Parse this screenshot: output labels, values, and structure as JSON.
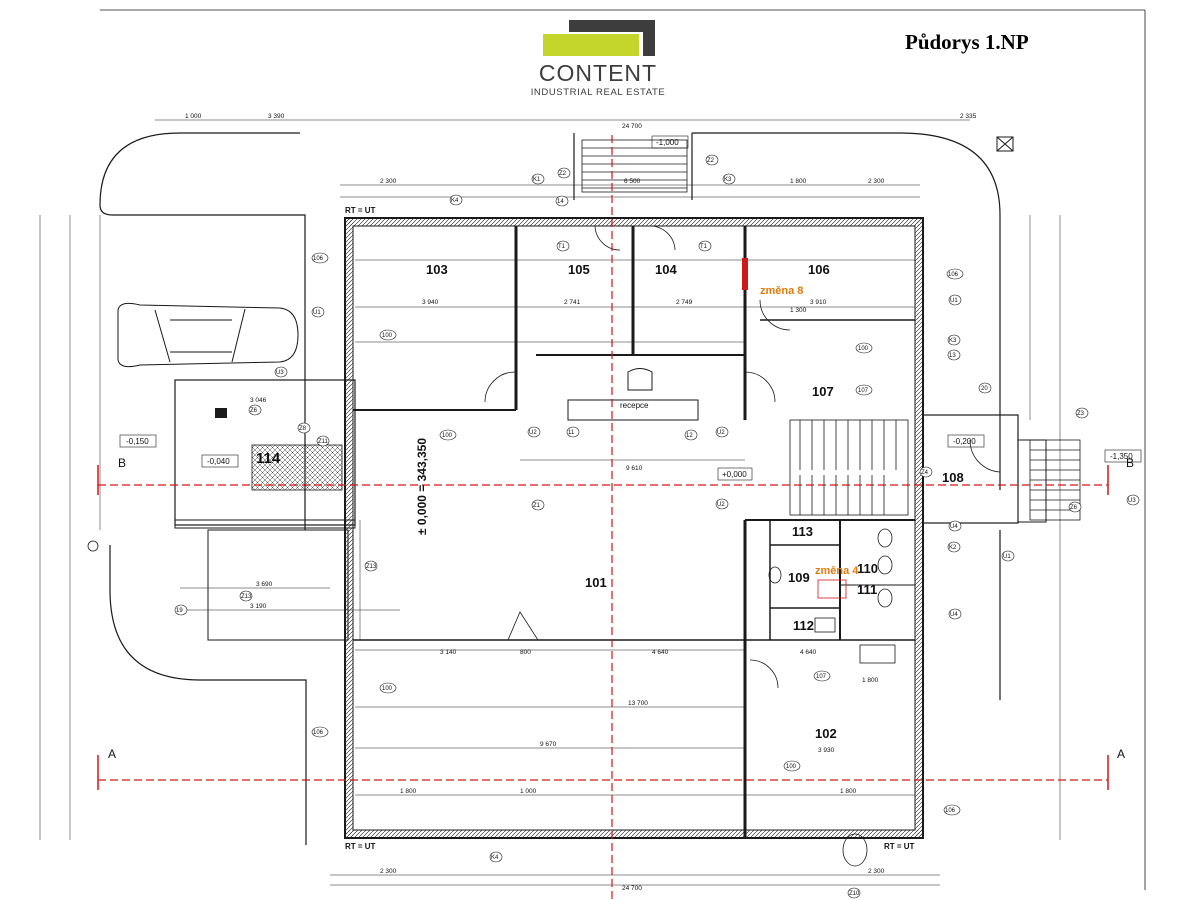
{
  "header": {
    "logo_word": "CONTENT",
    "logo_sub": "INDUSTRIAL REAL ESTATE",
    "title": "Půdorys 1.NP"
  },
  "colors": {
    "logo_green": "#c4d52b",
    "logo_gray": "#3d3d3d",
    "section_line": "#d01818",
    "change_note": "#e07b10",
    "lines": "#1a1a1a"
  },
  "rooms": [
    {
      "id": "103",
      "label": "103"
    },
    {
      "id": "105",
      "label": "105"
    },
    {
      "id": "104",
      "label": "104"
    },
    {
      "id": "106",
      "label": "106"
    },
    {
      "id": "107",
      "label": "107"
    },
    {
      "id": "108",
      "label": "108"
    },
    {
      "id": "101",
      "label": "101"
    },
    {
      "id": "102",
      "label": "102"
    },
    {
      "id": "109",
      "label": "109"
    },
    {
      "id": "110",
      "label": "110"
    },
    {
      "id": "111",
      "label": "111"
    },
    {
      "id": "112",
      "label": "112"
    },
    {
      "id": "113",
      "label": "113"
    },
    {
      "id": "114",
      "label": "114"
    }
  ],
  "annotations": {
    "change8": "změna 8",
    "change4": "změna 4",
    "reception": "recepce",
    "rt_ut": "RT = UT",
    "zero_level": "± 0,000 = 343,350",
    "plus_zero": "+0,000"
  },
  "levels": {
    "l1": "-1,000",
    "l2": "-0,150",
    "l3": "-0,040",
    "l4": "-0,200",
    "l5": "-1,350"
  },
  "sections": {
    "a_left": "A",
    "a_right": "A",
    "b_left": "B",
    "b_right": "B"
  },
  "dimensions": {
    "overall_width": "24 700",
    "d_3940": "3 940",
    "d_2741": "2 741",
    "d_2749": "2 749",
    "d_3910": "3 910",
    "d_9610": "9 610",
    "d_9670": "9 670",
    "d_13700": "13 700",
    "d_3930": "3 930",
    "d_4640": "4 640",
    "d_3140": "3 140",
    "d_1800": "1 800",
    "d_2300": "2 300",
    "d_3390": "3 390",
    "d_6500": "6 500",
    "d_1300": "1 300",
    "d_2335": "2 335",
    "d_3046": "3 046",
    "d_3690": "3 690",
    "d_3190": "3 190",
    "d_800": "800",
    "d_1000": "1 000"
  },
  "tags": {
    "t100": "100",
    "t106": "106",
    "t107": "107",
    "u1": "U1",
    "u2": "U2",
    "u3": "U3",
    "u4": "U4",
    "z1": "Z1",
    "z2": "Z2",
    "z3": "Z3",
    "z4": "Z4",
    "z6": "Z6",
    "z8": "Z8",
    "z10": "Z10",
    "z11": "Z11",
    "z13": "Z13",
    "z20": "20",
    "k1": "K1",
    "k2": "K2",
    "k3": "K3",
    "k4": "K4",
    "t1": "T1",
    "i1": "11",
    "i12": "12",
    "i13": "13",
    "i14": "14",
    "i19": "19"
  }
}
